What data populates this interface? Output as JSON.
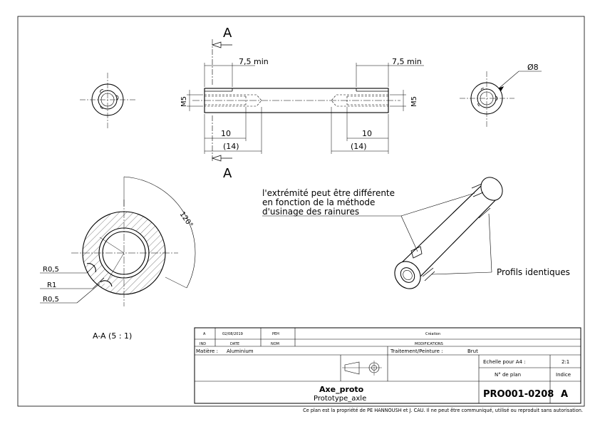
{
  "section_labels": {
    "top": "A",
    "bottom": "A"
  },
  "dimensions": {
    "left_min": "7,5 min",
    "right_min": "7,5 min",
    "diameter": "Ø8",
    "left_thread": "M5",
    "right_thread": "M5",
    "left_depth": "10",
    "left_depth_ref": "(14)",
    "right_depth": "10",
    "right_depth_ref": "(14)"
  },
  "section_view": {
    "angle": "120°",
    "r1": "R0,5",
    "r2": "R1",
    "r3": "R0,5",
    "caption": "A-A (5 : 1)"
  },
  "notes": {
    "line1": "l'extrémité peut être différente",
    "line2": "en fonction de la méthode",
    "line3": "d'usinage des rainures",
    "profiles": "Profils identiques"
  },
  "title_block": {
    "rev_index": "A",
    "rev_date": "02/08/2019",
    "rev_name": "PEH",
    "rev_modif": "Création",
    "hdr_ind": "IND",
    "hdr_date": "DATE",
    "hdr_nom": "NOM",
    "hdr_modifs": "MODIFICATIONS",
    "material_label": "Matière :",
    "material": "Aluminium",
    "treatment_label": "Traitement/Peinture :",
    "treatment": "Brut",
    "scale_label": "Echelle pour A4 :",
    "scale": "2:1",
    "plan_no_label": "N° de plan",
    "index_label": "Indice",
    "name": "Axe_proto",
    "subname": "Prototype_axle",
    "plan_no": "PRO001-0208",
    "index": "A"
  },
  "footer": "Ce plan est la propriété de PE HANNOUSH et J. CAU. Il ne peut être communiqué, utilisé ou reproduit sans autorisation."
}
